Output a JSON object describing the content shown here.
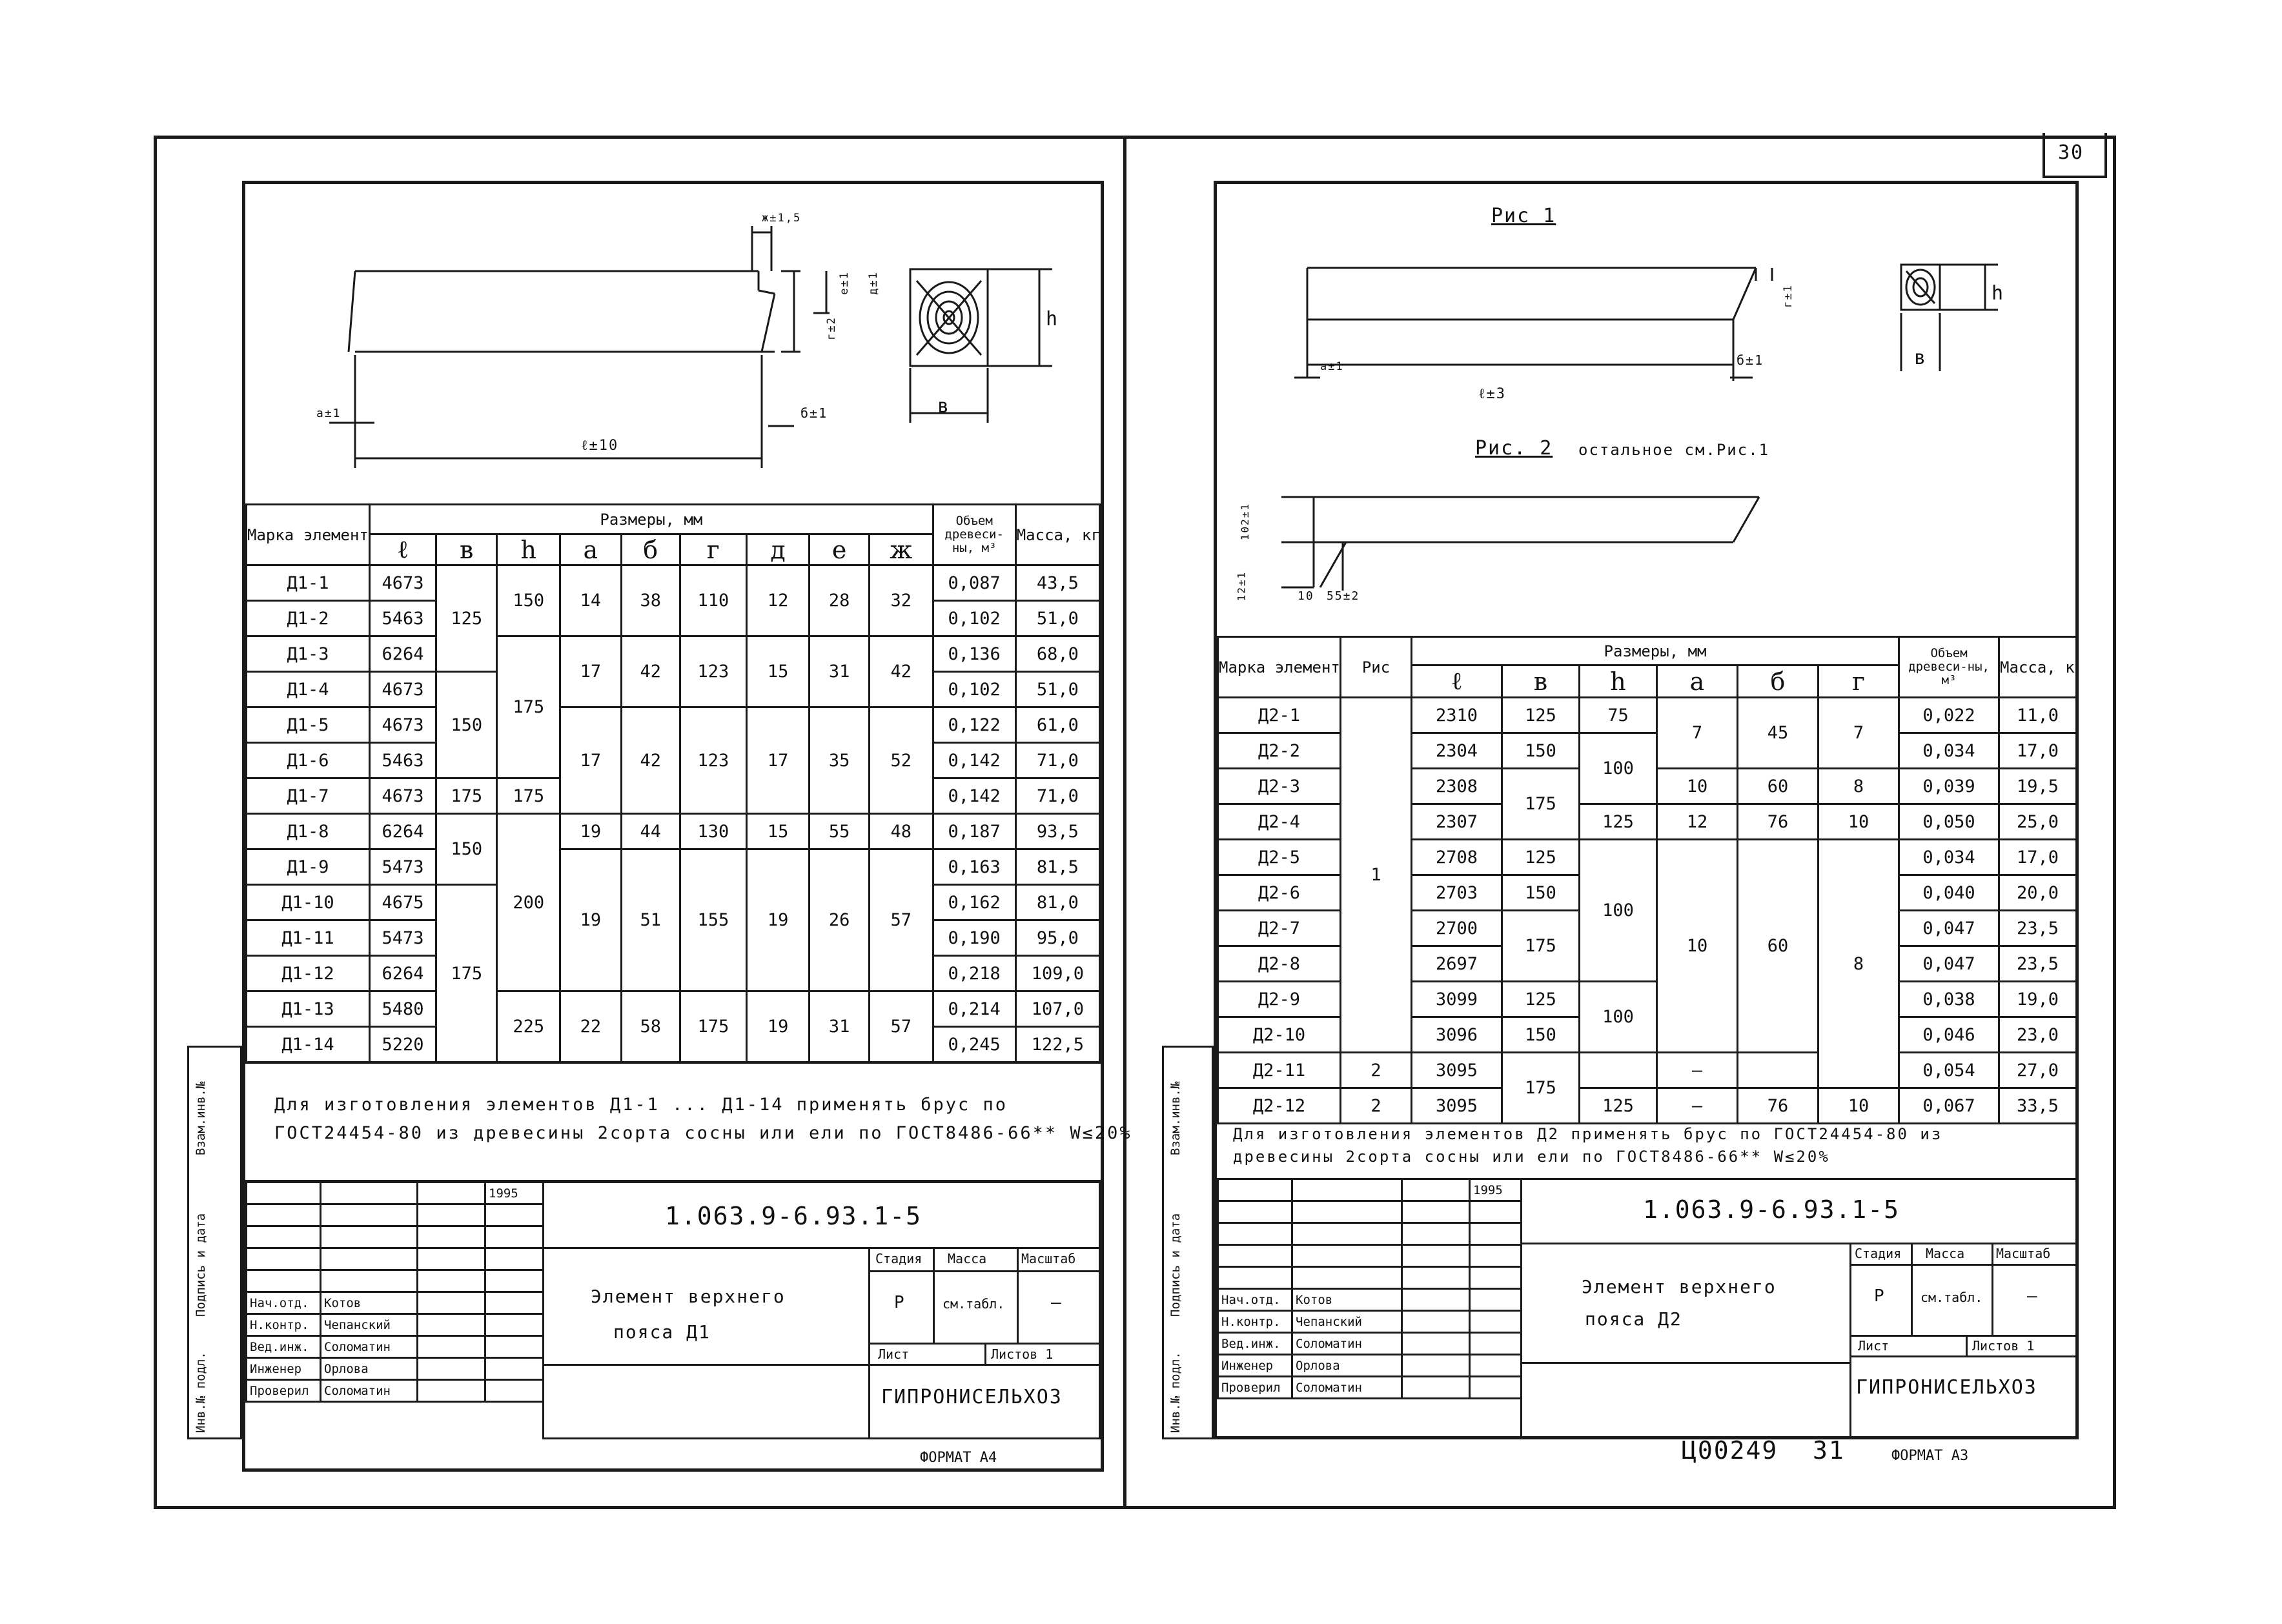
{
  "page_number": "30",
  "bottom_code": "Ц00249",
  "bottom_sheet": "31",
  "left": {
    "dim_labels": {
      "length": "ℓ±10",
      "a": "а±1",
      "b": "б±1",
      "v": "в",
      "h": "h",
      "top": "ж±1,5",
      "side1": "е±1",
      "side2": "д±1",
      "side3": "г±2"
    },
    "table": {
      "head_mark": "Марка элемента",
      "head_dims": "Размеры, мм",
      "head_volume": "Объем древеси-ны, м³",
      "head_mass": "Масса, кг",
      "cols": [
        "ℓ",
        "в",
        "h",
        "а",
        "б",
        "г",
        "д",
        "е",
        "ж"
      ],
      "rows": [
        {
          "mark": "Д1-1",
          "l": "4673",
          "vol": "0,087",
          "mass": "43,5"
        },
        {
          "mark": "Д1-2",
          "l": "5463",
          "vol": "0,102",
          "mass": "51,0"
        },
        {
          "mark": "Д1-3",
          "l": "6264",
          "vol": "0,136",
          "mass": "68,0"
        },
        {
          "mark": "Д1-4",
          "l": "4673",
          "vol": "0,102",
          "mass": "51,0"
        },
        {
          "mark": "Д1-5",
          "l": "4673",
          "vol": "0,122",
          "mass": "61,0"
        },
        {
          "mark": "Д1-6",
          "l": "5463",
          "vol": "0,142",
          "mass": "71,0"
        },
        {
          "mark": "Д1-7",
          "l": "4673",
          "vol": "0,142",
          "mass": "71,0"
        },
        {
          "mark": "Д1-8",
          "l": "6264",
          "vol": "0,187",
          "mass": "93,5"
        },
        {
          "mark": "Д1-9",
          "l": "5473",
          "vol": "0,163",
          "mass": "81,5"
        },
        {
          "mark": "Д1-10",
          "l": "4675",
          "vol": "0,162",
          "mass": "81,0"
        },
        {
          "mark": "Д1-11",
          "l": "5473",
          "vol": "0,190",
          "mass": "95,0"
        },
        {
          "mark": "Д1-12",
          "l": "6264",
          "vol": "0,218",
          "mass": "109,0"
        },
        {
          "mark": "Д1-13",
          "l": "5480",
          "vol": "0,214",
          "mass": "107,0"
        },
        {
          "mark": "Д1-14",
          "l": "5220",
          "vol": "0,245",
          "mass": "122,5"
        }
      ],
      "merged": {
        "v_125": "125",
        "v_150a": "150",
        "v_175a": "175",
        "v_150b": "150",
        "v_175b": "175",
        "h_150": "150",
        "h_175a": "175",
        "h_175b": "175",
        "h_200": "200",
        "h_225": "225",
        "g1": {
          "a": "14",
          "b": "38",
          "g": "110",
          "d": "12",
          "e": "28",
          "zh": "32"
        },
        "g2": {
          "a": "17",
          "b": "42",
          "g": "123",
          "d": "15",
          "e": "31",
          "zh": "42"
        },
        "g3": {
          "a": "17",
          "b": "42",
          "g": "123",
          "d": "17",
          "e": "35",
          "zh": "52"
        },
        "g4": {
          "a": "19",
          "b": "44",
          "g": "130",
          "d": "15",
          "e": "55",
          "zh": "48"
        },
        "g5": {
          "a": "19",
          "b": "51",
          "g": "155",
          "d": "19",
          "e": "26",
          "zh": "57"
        },
        "g6": {
          "a": "22",
          "b": "58",
          "g": "175",
          "d": "19",
          "e": "31",
          "zh": "57"
        }
      }
    },
    "note_line1": "Для изготовления элементов Д1-1 ... Д1-14 применять брус по",
    "note_line2": "ГОСТ24454-80 из древесины 2сорта сосны или ели по ГОСТ8486-66** W≤20%",
    "title_block": {
      "year": "1995",
      "code": "1.063.9-6.93.1-5",
      "title1": "Элемент верхнего",
      "title2": "пояса Д1",
      "h_stage": "Стадия",
      "h_mass": "Масса",
      "h_scale": "Масштаб",
      "stage": "Р",
      "mass": "см.табл.",
      "scale": "—",
      "sheet": "Лист",
      "sheets": "Листов 1",
      "org": "ГИПРОНИСЕЛЬХОЗ",
      "roles": [
        {
          "role": "Нач.отд.",
          "name": "Котов"
        },
        {
          "role": "Н.контр.",
          "name": "Чепанский"
        },
        {
          "role": "Вед.инж.",
          "name": "Соломатин"
        },
        {
          "role": "Инженер",
          "name": "Орлова"
        },
        {
          "role": "Проверил",
          "name": "Соломатин"
        }
      ],
      "format": "ФОРМАТ А4"
    },
    "side_labels": [
      "Инв.№ подл.",
      "Подпись и дата",
      "Взам.инв.№"
    ]
  },
  "right": {
    "fig1_title": "Рис 1",
    "fig2_title": "Рис. 2",
    "fig2_note": "остальное см.Рис.1",
    "dim_labels": {
      "length": "ℓ±3",
      "a": "а±1",
      "b": "б±1",
      "v": "в",
      "h": "h",
      "side": "г±1",
      "f2a": "10",
      "f2b": "55±2",
      "f2c": "12±1",
      "f2d": "102±1"
    },
    "table": {
      "head_mark": "Марка элемента",
      "head_fig": "Рис",
      "head_dims": "Размеры, мм",
      "head_volume": "Объем древеси-ны, м³",
      "head_mass": "Масса, кг",
      "cols": [
        "ℓ",
        "в",
        "h",
        "а",
        "б",
        "г"
      ],
      "rows": [
        {
          "mark": "Д2-1",
          "l": "2310",
          "v": "125",
          "vol": "0,022",
          "mass": "11,0"
        },
        {
          "mark": "Д2-2",
          "l": "2304",
          "v": "150",
          "vol": "0,034",
          "mass": "17,0"
        },
        {
          "mark": "Д2-3",
          "l": "2308",
          "vol": "0,039",
          "mass": "19,5"
        },
        {
          "mark": "Д2-4",
          "l": "2307",
          "vol": "0,050",
          "mass": "25,0"
        },
        {
          "mark": "Д2-5",
          "l": "2708",
          "v": "125",
          "vol": "0,034",
          "mass": "17,0"
        },
        {
          "mark": "Д2-6",
          "l": "2703",
          "v": "150",
          "vol": "0,040",
          "mass": "20,0"
        },
        {
          "mark": "Д2-7",
          "l": "2700",
          "vol": "0,047",
          "mass": "23,5"
        },
        {
          "mark": "Д2-8",
          "l": "2697",
          "vol": "0,047",
          "mass": "23,5"
        },
        {
          "mark": "Д2-9",
          "l": "3099",
          "v": "125",
          "vol": "0,038",
          "mass": "19,0"
        },
        {
          "mark": "Д2-10",
          "l": "3096",
          "v": "150",
          "vol": "0,046",
          "mass": "23,0"
        },
        {
          "mark": "Д2-11",
          "fig": "2",
          "l": "3095",
          "vol": "0,054",
          "mass": "27,0"
        },
        {
          "mark": "Д2-12",
          "fig": "2",
          "l": "3095",
          "vol": "0,067",
          "mass": "33,5"
        }
      ],
      "merged": {
        "fig1": "1",
        "v_175a": "175",
        "v_175b": "175",
        "v_175c": "175",
        "h_75": "75",
        "h_100a": "100",
        "h_125a": "125",
        "h_100b": "100",
        "h_100c": "100",
        "h_125b": "125",
        "a_7": "7",
        "b_45": "45",
        "g_7": "7",
        "a_10": "10",
        "b_60": "60",
        "g_8": "8",
        "a_12": "12",
        "b_76": "76",
        "g_10": "10",
        "a_10b": "10",
        "b_60b": "60",
        "g_8b": "8",
        "a_dash1": "—",
        "a_dash2": "—",
        "b_76b": "76",
        "g_10b": "10"
      }
    },
    "note_line1": "Для изготовления элементов Д2 применять брус по ГОСТ24454-80 из",
    "note_line2": "древесины 2сорта сосны или ели по ГОСТ8486-66** W≤20%",
    "title_block": {
      "year": "1995",
      "code": "1.063.9-6.93.1-5",
      "title1": "Элемент верхнего",
      "title2": "пояса Д2",
      "h_stage": "Стадия",
      "h_mass": "Масса",
      "h_scale": "Масштаб",
      "stage": "Р",
      "mass": "см.табл.",
      "scale": "—",
      "sheet": "Лист",
      "sheets": "Листов 1",
      "org": "ГИПРОНИСЕЛЬХОЗ",
      "roles": [
        {
          "role": "Нач.отд.",
          "name": "Котов"
        },
        {
          "role": "Н.контр.",
          "name": "Чепанский"
        },
        {
          "role": "Вед.инж.",
          "name": "Соломатин"
        },
        {
          "role": "Инженер",
          "name": "Орлова"
        },
        {
          "role": "Проверил",
          "name": "Соломатин"
        }
      ],
      "format": "ФОРМАТ А3"
    },
    "side_labels": [
      "Инв.№ подл.",
      "Подпись и дата",
      "Взам.инв.№"
    ]
  }
}
